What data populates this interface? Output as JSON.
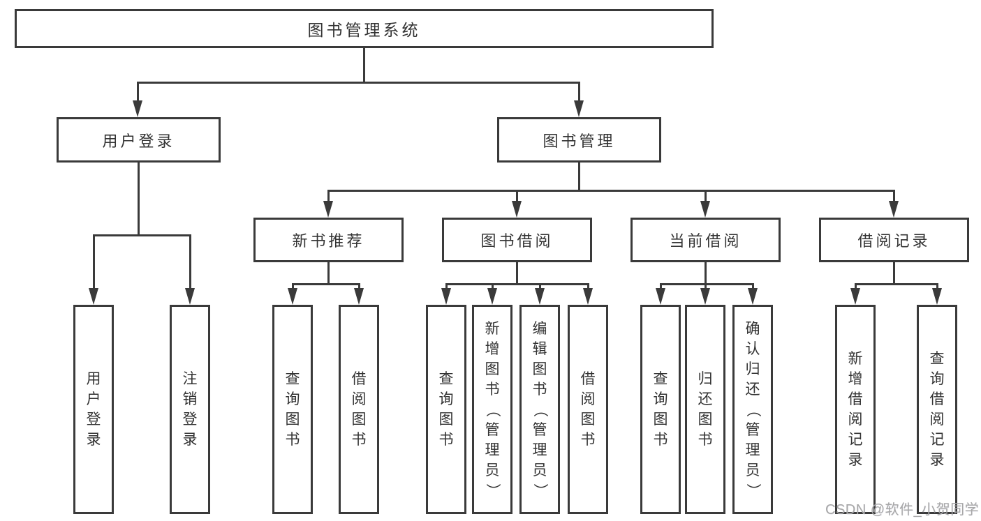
{
  "diagram": {
    "title": "图书管理系统",
    "colors": {
      "line": "#3a3a3a",
      "text": "#333333",
      "background": "#ffffff",
      "watermark": "#a8a8a8"
    },
    "nodes": {
      "root": {
        "label": "图书管理系统"
      },
      "login": {
        "label": "用户登录"
      },
      "manage": {
        "label": "图书管理"
      },
      "recommend": {
        "label": "新书推荐"
      },
      "borrow": {
        "label": "图书借阅"
      },
      "current": {
        "label": "当前借阅"
      },
      "records": {
        "label": "借阅记录"
      },
      "login_user": {
        "label": "用户登录"
      },
      "login_logout": {
        "label": "注销登录"
      },
      "rec_query": {
        "label": "查询图书"
      },
      "rec_borrow": {
        "label": "借阅图书"
      },
      "borrow_query": {
        "label": "查询图书"
      },
      "borrow_add": {
        "label": "新增图书（管理员）"
      },
      "borrow_edit": {
        "label": "编辑图书（管理员）"
      },
      "borrow_borrow": {
        "label": "借阅图书"
      },
      "current_query": {
        "label": "查询图书"
      },
      "current_return": {
        "label": "归还图书"
      },
      "current_confirm": {
        "label": "确认归还（管理员）"
      },
      "records_add": {
        "label": "新增借阅记录"
      },
      "records_query": {
        "label": "查询借阅记录"
      }
    },
    "hierarchy": {
      "图书管理系统": {
        "用户登录": [
          "用户登录",
          "注销登录"
        ],
        "图书管理": {
          "新书推荐": [
            "查询图书",
            "借阅图书"
          ],
          "图书借阅": [
            "查询图书",
            "新增图书（管理员）",
            "编辑图书（管理员）",
            "借阅图书"
          ],
          "当前借阅": [
            "查询图书",
            "归还图书",
            "确认归还（管理员）"
          ],
          "借阅记录": [
            "新增借阅记录",
            "查询借阅记录"
          ]
        }
      }
    },
    "watermark": "CSDN @软件_小贺同学"
  }
}
